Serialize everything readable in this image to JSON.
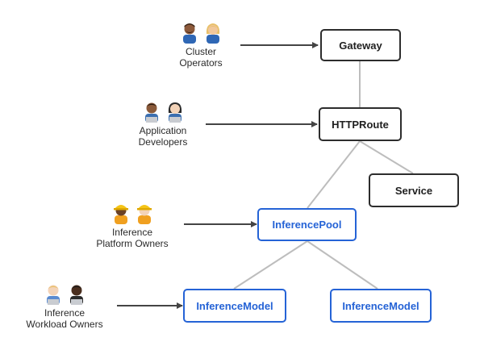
{
  "nodes": {
    "gateway": "Gateway",
    "httproute": "HTTPRoute",
    "service": "Service",
    "inferencepool": "InferencePool",
    "inferencemodel_left": "InferenceModel",
    "inferencemodel_right": "InferenceModel"
  },
  "personas": {
    "cluster_operators": [
      "Cluster",
      "Operators"
    ],
    "application_developers": [
      "Application",
      "Developers"
    ],
    "platform_owners": [
      "Inference",
      "Platform Owners"
    ],
    "workload_owners": [
      "Inference",
      "Workload Owners"
    ]
  },
  "colors": {
    "node_border": "#2d2d2d",
    "highlight": "#2563d6",
    "connector": "#bdbdbd",
    "arrow": "#444444"
  },
  "icons": {
    "cluster_operators": [
      "operator-person-icon",
      "operator-person-icon"
    ],
    "application_developers": [
      "developer-with-laptop-icon",
      "developer-with-laptop-icon"
    ],
    "platform_owners": [
      "construction-worker-icon",
      "construction-worker-icon"
    ],
    "workload_owners": [
      "technologist-icon",
      "technologist-icon"
    ]
  }
}
